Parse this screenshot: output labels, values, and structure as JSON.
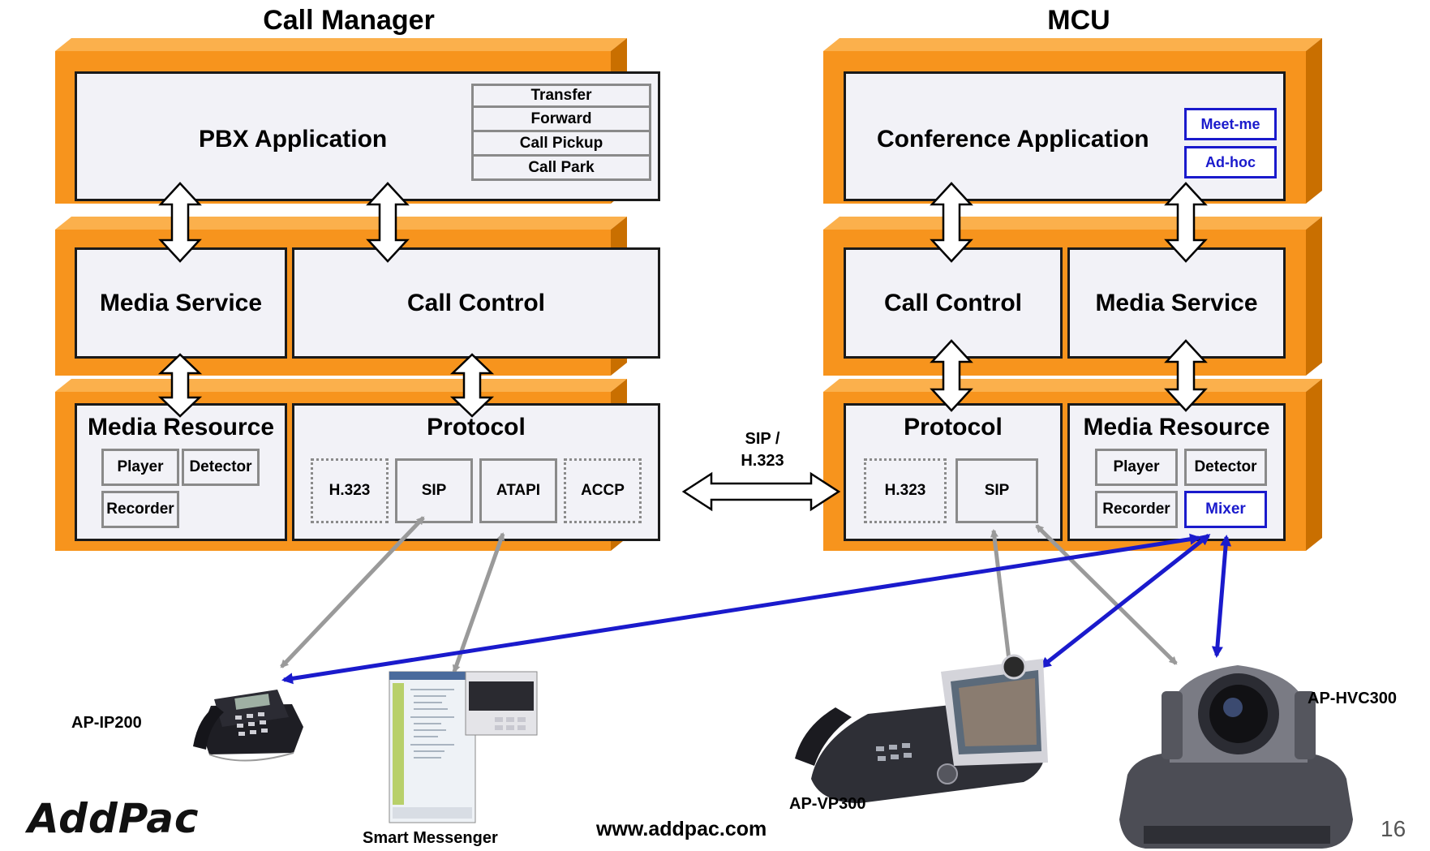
{
  "call_manager": {
    "title": "Call Manager",
    "pbx_application": "PBX Application",
    "features": [
      "Transfer",
      "Forward",
      "Call Pickup",
      "Call Park"
    ],
    "media_service": "Media Service",
    "call_control": "Call Control",
    "media_resource": {
      "title": "Media Resource",
      "items": [
        "Player",
        "Detector",
        "Recorder"
      ]
    },
    "protocol": {
      "title": "Protocol",
      "items": [
        "H.323",
        "SIP",
        "ATAPI",
        "ACCP"
      ]
    }
  },
  "mcu": {
    "title": "MCU",
    "conference_application": "Conference Application",
    "features": [
      "Meet-me",
      "Ad-hoc"
    ],
    "call_control": "Call Control",
    "media_service": "Media Service",
    "protocol": {
      "title": "Protocol",
      "items": [
        "H.323",
        "SIP"
      ]
    },
    "media_resource": {
      "title": "Media Resource",
      "items": [
        "Player",
        "Detector",
        "Recorder",
        "Mixer"
      ]
    }
  },
  "link_label": "SIP /\nH.323",
  "devices": {
    "ip_phone": "AP-IP200",
    "messenger": "Smart Messenger",
    "video_phone": "AP-VP300",
    "camera": "AP-HVC300"
  },
  "footer": {
    "logo": "AddPac",
    "url": "www.addpac.com",
    "page_number": "16"
  },
  "colors": {
    "slab": "#f7941d",
    "panel": "#f2f2f7",
    "gray_arrow": "#9a9a9a",
    "blue_arrow": "#1a1acc"
  }
}
